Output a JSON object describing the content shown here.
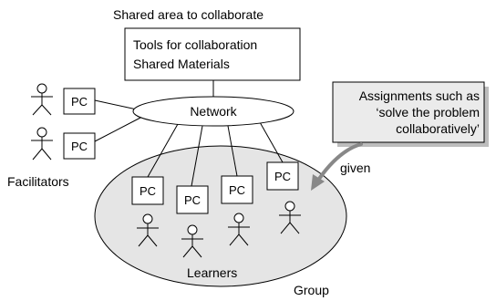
{
  "shared_area": {
    "title": "Shared area to collaborate",
    "tools_line1": "Tools for collaboration",
    "tools_line2": "Shared Materials"
  },
  "network": {
    "label": "Network"
  },
  "facilitators": {
    "label": "Facilitators",
    "pc_labels": [
      "PC",
      "PC"
    ]
  },
  "learners": {
    "label": "Learners",
    "group_label": "Group",
    "pc_labels": [
      "PC",
      "PC",
      "PC",
      "PC"
    ]
  },
  "assignment": {
    "line1": "Assignments such as",
    "line2": "‘solve the problem",
    "line3": "collaboratively’",
    "given_label": "given"
  },
  "colors": {
    "line": "#000000",
    "group_fill": "#e5e5e5",
    "callout_fill": "#ebebeb",
    "arrow": "#888888"
  }
}
